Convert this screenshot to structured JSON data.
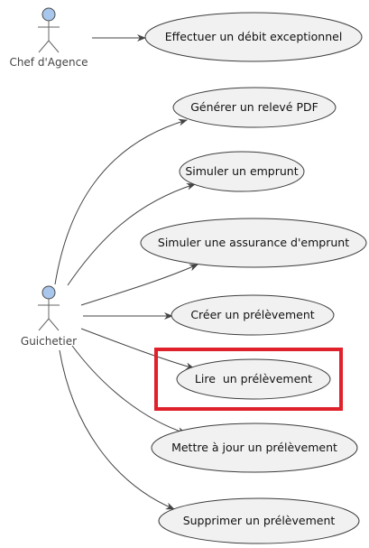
{
  "actors": {
    "chef": "Chef d'Agence",
    "guichetier": "Guichetier"
  },
  "use_cases": {
    "debit": "Effectuer un débit exceptionnel",
    "releve": "Générer un relevé PDF",
    "emprunt": "Simuler un emprunt",
    "assurance": "Simuler une assurance d'emprunt",
    "creer": "Créer un prélèvement",
    "lire": "Lire  un prélèvement",
    "maj": "Mettre à jour un prélèvement",
    "supprimer": "Supprimer un prélèvement"
  },
  "highlight": {
    "target": "lire",
    "color": "#e0202a"
  },
  "colors": {
    "actor_head": "#a9c7ec",
    "use_case_fill": "#f1f1f1",
    "edge": "#444444"
  }
}
